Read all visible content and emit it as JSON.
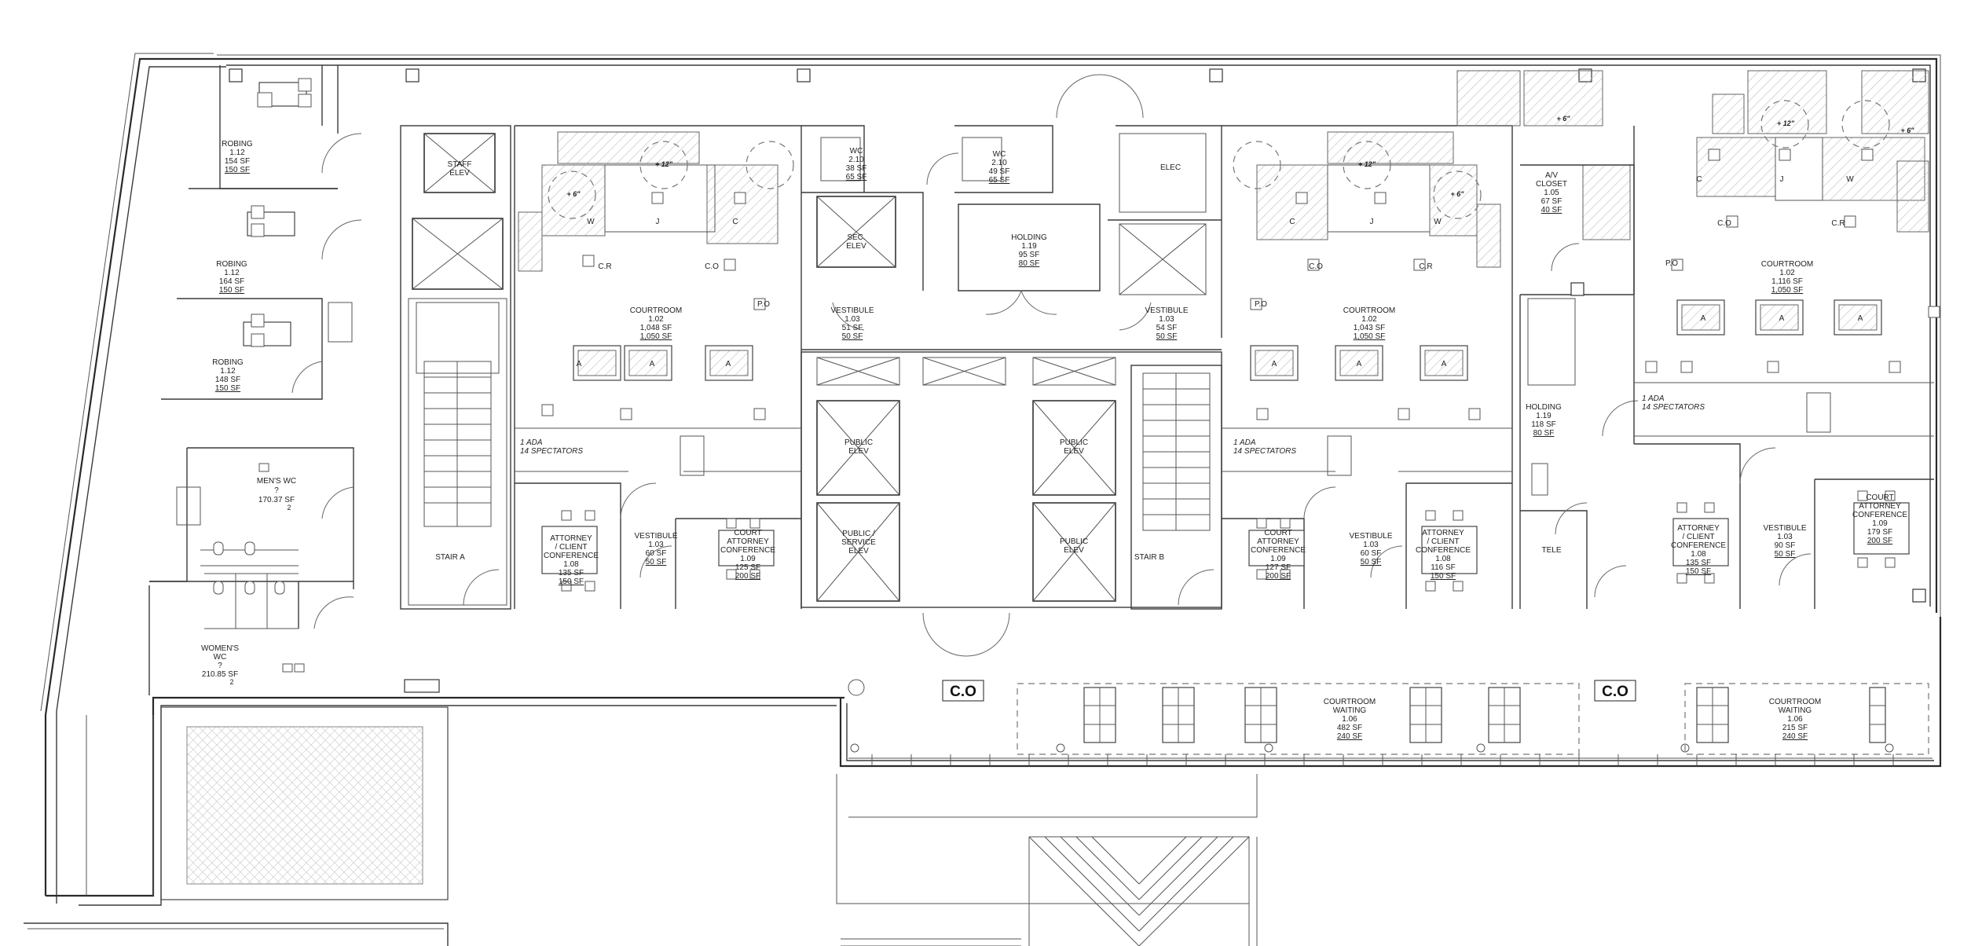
{
  "plan": {
    "robing": [
      {
        "name": "ROBING",
        "num": "1.12",
        "sf": "154 SF",
        "req": "150 SF"
      },
      {
        "name": "ROBING",
        "num": "1.12",
        "sf": "164 SF",
        "req": "150 SF"
      },
      {
        "name": "ROBING",
        "num": "1.12",
        "sf": "148 SF",
        "req": "150 SF"
      }
    ],
    "staff_elev": {
      "l1": "STAFF",
      "l2": "ELEV"
    },
    "sec_elev": {
      "l1": "SEC.",
      "l2": "ELEV"
    },
    "elec": "ELEC",
    "wc_a": {
      "name": "WC",
      "num": "2.10",
      "sf": "38 SF",
      "req": "65 SF"
    },
    "wc_b": {
      "name": "WC",
      "num": "2.10",
      "sf": "49 SF",
      "req": "65 SF"
    },
    "holding_center": {
      "name": "HOLDING",
      "num": "1.19",
      "sf": "95 SF",
      "req": "80 SF"
    },
    "holding_right": {
      "name": "HOLDING",
      "num": "1.19",
      "sf": "118 SF",
      "req": "80 SF"
    },
    "av_closet": {
      "l1": "A/V",
      "l2": "CLOSET",
      "num": "1.05",
      "sf": "67 SF",
      "req": "40 SF"
    },
    "tele": "TELE",
    "vestibule_top_left": {
      "name": "VESTIBULE",
      "num": "1.03",
      "sf": "51 SF",
      "req": "50 SF"
    },
    "vestibule_top_right": {
      "name": "VESTIBULE",
      "num": "1.03",
      "sf": "54 SF",
      "req": "50 SF"
    },
    "courtroom_1": {
      "name": "COURTROOM",
      "num": "1.02",
      "sf": "1,048 SF",
      "req": "1,050 SF"
    },
    "courtroom_2": {
      "name": "COURTROOM",
      "num": "1.02",
      "sf": "1,043 SF",
      "req": "1,050 SF"
    },
    "courtroom_3": {
      "name": "COURTROOM",
      "num": "1.02",
      "sf": "1,116 SF",
      "req": "1,050 SF"
    },
    "ada_1": {
      "l1": "1 ADA",
      "l2": "14 SPECTATORS"
    },
    "ada_2": {
      "l1": "1 ADA",
      "l2": "14 SPECTATORS"
    },
    "ada_3": {
      "l1": "1 ADA",
      "l2": "14 SPECTATORS"
    },
    "mens_wc": {
      "name": "MEN'S WC",
      "num": "?",
      "sf": "170.37 SF",
      "n": "2"
    },
    "womens_wc": {
      "l1": "WOMEN'S",
      "l2": "WC",
      "num": "?",
      "sf": "210.85 SF",
      "n": "2"
    },
    "stair_a": "STAIR A",
    "stair_b": "STAIR B",
    "public_elev_1": {
      "l1": "PUBLIC",
      "l2": "ELEV"
    },
    "public_elev_2": {
      "l1": "PUBLIC",
      "l2": "ELEV"
    },
    "public_service_elev": {
      "l1": "PUBLIC /",
      "l2": "SERVICE",
      "l3": "ELEV"
    },
    "public_elev_4": {
      "l1": "PUBLIC",
      "l2": "ELEV"
    },
    "attorney_1": {
      "l1": "ATTORNEY",
      "l2": "/ CLIENT",
      "l3": "CONFERENCE",
      "num": "1.08",
      "sf": "135 SF",
      "req": "150 SF"
    },
    "attorney_2": {
      "l1": "ATTORNEY",
      "l2": "/ CLIENT",
      "l3": "CONFERENCE",
      "num": "1.08",
      "sf": "116 SF",
      "req": "150 SF"
    },
    "attorney_3": {
      "l1": "ATTORNEY",
      "l2": "/ CLIENT",
      "l3": "CONFERENCE",
      "num": "1.08",
      "sf": "135 SF",
      "req": "150 SF"
    },
    "vestibule_bl": {
      "name": "VESTIBULE",
      "num": "1.03",
      "sf": "60 SF",
      "req": "50 SF"
    },
    "vestibule_bm": {
      "name": "VESTIBULE",
      "num": "1.03",
      "sf": "60 SF",
      "req": "50 SF"
    },
    "vestibule_br": {
      "name": "VESTIBULE",
      "num": "1.03",
      "sf": "90 SF",
      "req": "50 SF"
    },
    "court_att_1": {
      "l1": "COURT",
      "l2": "ATTORNEY",
      "l3": "CONFERENCE",
      "num": "1.09",
      "sf": "125 SF",
      "req": "200 SF"
    },
    "court_att_2": {
      "l1": "COURT",
      "l2": "ATTORNEY",
      "l3": "CONFERENCE",
      "num": "1.09",
      "sf": "127 SF",
      "req": "200 SF"
    },
    "court_att_3": {
      "l1": "COURT",
      "l2": "ATTORNEY",
      "l3": "CONFERENCE",
      "num": "1.09",
      "sf": "179 SF",
      "req": "200 SF"
    },
    "waiting_1": {
      "l1": "COURTROOM",
      "l2": "WAITING",
      "num": "1.06",
      "sf": "482 SF",
      "req": "240 SF"
    },
    "waiting_2": {
      "l1": "COURTROOM",
      "l2": "WAITING",
      "num": "1.06",
      "sf": "215 SF",
      "req": "240 SF"
    },
    "co_tag": "C.O",
    "tags": {
      "a": "A",
      "c": "C",
      "j": "J",
      "w": "W",
      "cr": "C.R",
      "co": "C.O",
      "po": "P.O"
    },
    "dims": {
      "p6": "+ 6\"",
      "p12": "+ 12\""
    }
  }
}
